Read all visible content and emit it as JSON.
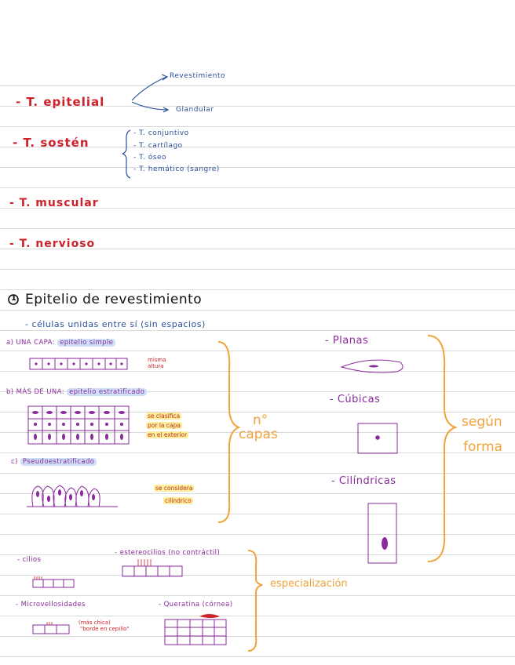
{
  "top": {
    "epitelial": "- T. epitelial",
    "revestimiento": "Revestimiento",
    "glandular": "Glandular",
    "sosten": "- T. sostén",
    "sosten_items": [
      "- T. conjuntivo",
      "- T. cartílago",
      "- T. óseo",
      "- T. hemático (sangre)"
    ],
    "muscular": "- T. muscular",
    "nervioso": "- T. nervioso"
  },
  "section": {
    "number": "1",
    "title": "Epitelio de revestimiento",
    "subtitle": "- células unidas entre sí (sin espacios)"
  },
  "capas": {
    "a_prefix": "a) UNA CAPA:",
    "a_term": "epitelio simple",
    "a_note_1": "misma",
    "a_note_2": "altura",
    "b_prefix": "b) MÁS DE UNA:",
    "b_term": "epitelio estratificado",
    "b_note_1": "se clasifica",
    "b_note_2": "por la capa",
    "b_note_3": "en el exterior",
    "c_prefix": "c)",
    "c_term": "Pseudoestratificado",
    "c_note_1": "se considera",
    "c_note_2": "cilíndrico",
    "brace_label_1": "n°",
    "brace_label_2": "capas"
  },
  "forma": {
    "planas": "- Planas",
    "cubicas": "- Cúbicas",
    "cilindricas": "- Cilíndricas",
    "label_1": "según",
    "label_2": "forma"
  },
  "especializacion": {
    "cilios": "- cilios",
    "estereocilios": "- estereocilios (no contráctil)",
    "microvellosidades": "- Microvellosidades",
    "micro_note_1": "(más chica)",
    "micro_note_2": "\"borde en cepillo\"",
    "queratina": "- Queratina (córnea)",
    "label": "especialización"
  },
  "colors": {
    "red": "#d0202a",
    "blue": "#2a4f9a",
    "purple": "#8a2a9c",
    "orange": "#f0a33a",
    "highlight_blue": "#cde0f7",
    "highlight_yellow": "#fbef9a"
  }
}
